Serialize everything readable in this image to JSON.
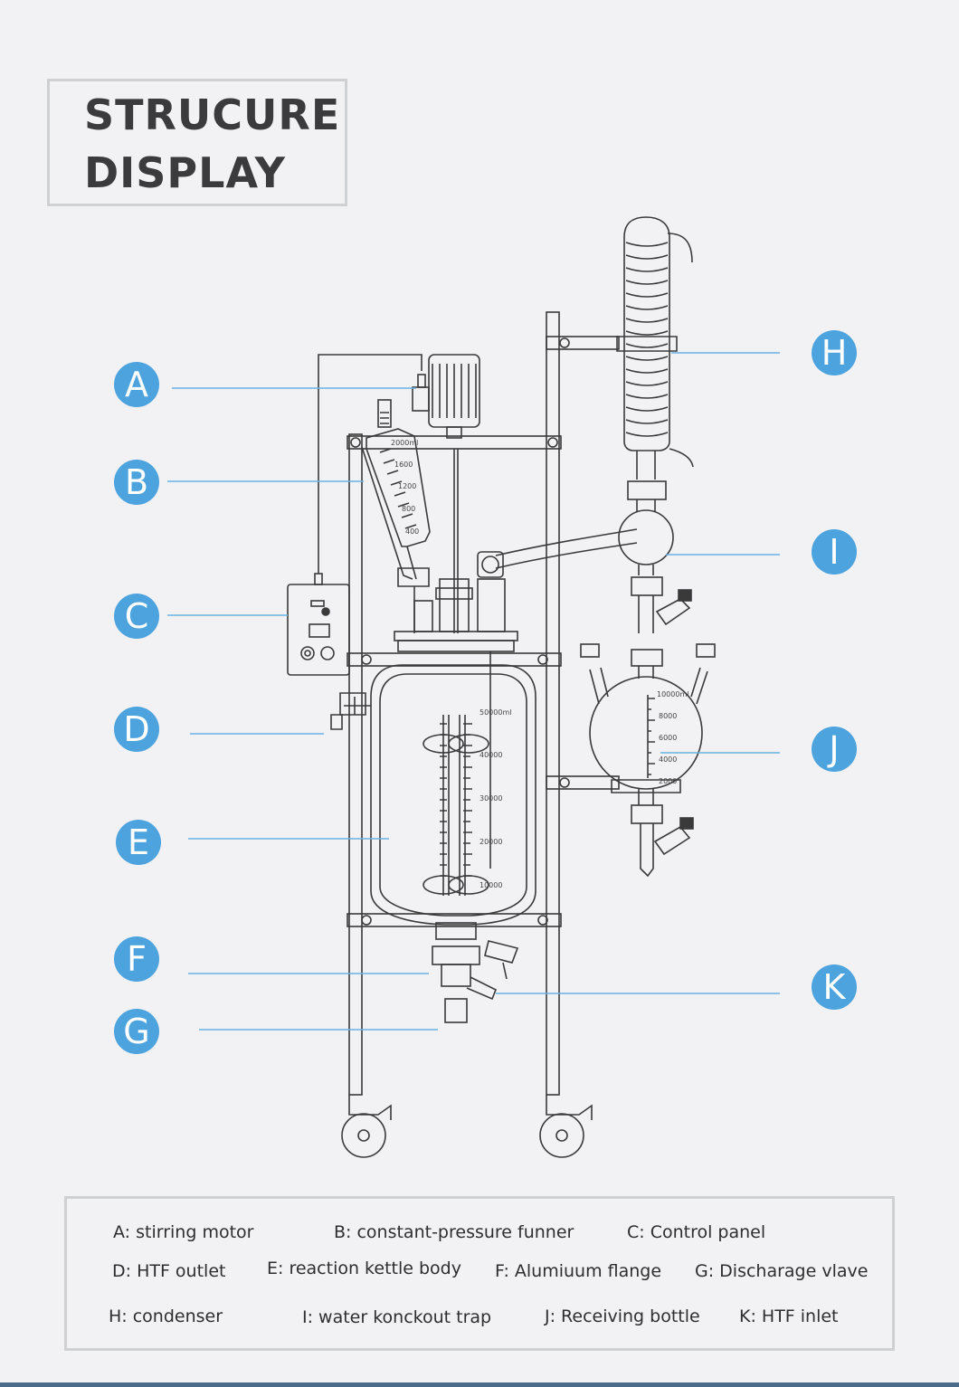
{
  "title": {
    "line1": "STRUCURE",
    "line2": "DISPLAY"
  },
  "colors": {
    "accent": "#4da3de",
    "line": "#6ab1e4",
    "drawing": "#3a3a3a",
    "border": "#cfd0d4"
  },
  "callouts": [
    {
      "letter": "A"
    },
    {
      "letter": "B"
    },
    {
      "letter": "C"
    },
    {
      "letter": "D"
    },
    {
      "letter": "E"
    },
    {
      "letter": "F"
    },
    {
      "letter": "G"
    },
    {
      "letter": "H"
    },
    {
      "letter": "I"
    },
    {
      "letter": "J"
    },
    {
      "letter": "K"
    }
  ],
  "funnel_ticks": [
    "2000ml",
    "1600",
    "1200",
    "800",
    "400"
  ],
  "kettle_ticks": [
    "50000ml",
    "40000",
    "30000",
    "20000",
    "10000"
  ],
  "bottle_ticks": [
    "10000ml",
    "8000",
    "6000",
    "4000",
    "2000"
  ],
  "legend": [
    "A: stirring motor",
    "B: constant-pressure funner",
    "C: Control panel",
    "D: HTF outlet",
    "E: reaction kettle body",
    "F: Alumiuum flange",
    "G: Discharage vlave",
    "H: condenser",
    "I: water konckout trap",
    "J: Receiving bottle",
    "K: HTF inlet"
  ]
}
